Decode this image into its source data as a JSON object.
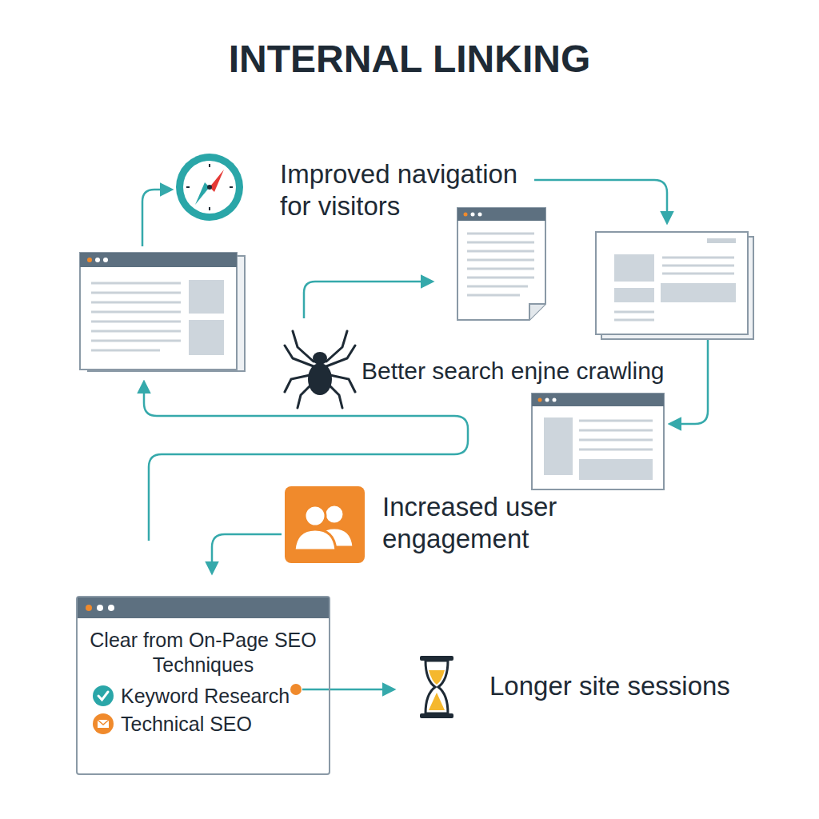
{
  "diagram": {
    "title": "INTERNAL LINKING",
    "nodes": [
      {
        "text": [
          "Clear from On-Page SEO Techniques",
          "Keyword Research",
          "Technical SEO"
        ]
      }
    ],
    "labels": [
      "Improved navigation for visitors",
      "Better search enjne crawling",
      "Increased user engagement",
      "Longer site sessions"
    ]
  }
}
